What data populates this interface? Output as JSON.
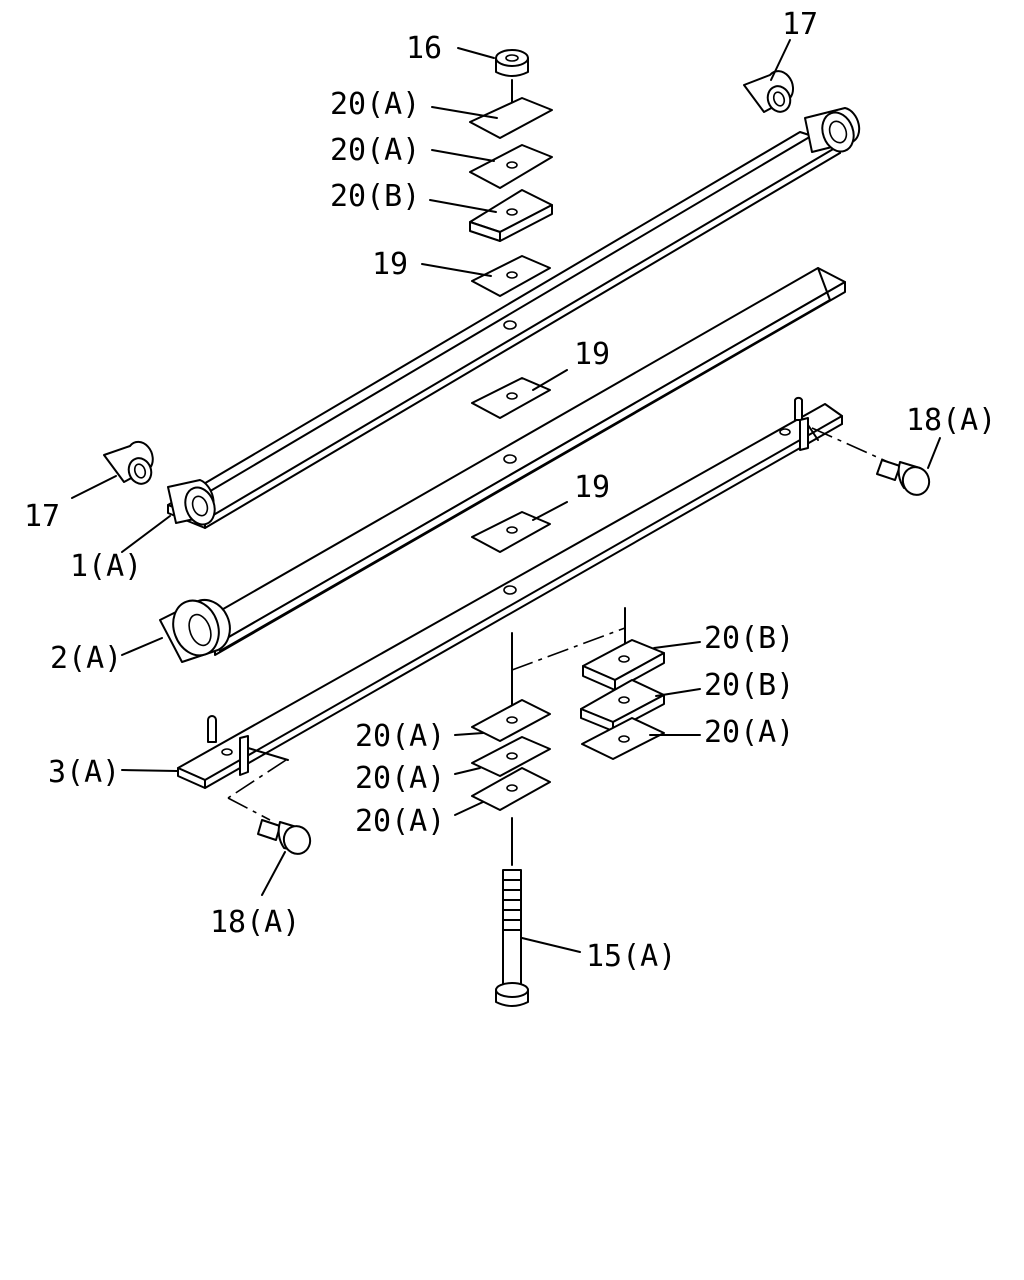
{
  "labels": {
    "p16": "16",
    "p17_top": "17",
    "p17_left": "17",
    "p20a_1": "20(A)",
    "p20a_2": "20(A)",
    "p20b_1": "20(B)",
    "p19_1": "19",
    "p19_2": "19",
    "p19_3": "19",
    "p18a_right": "18(A)",
    "p18a_bottom": "18(A)",
    "p1a": "1(A)",
    "p2a": "2(A)",
    "p3a": "3(A)",
    "p20b_r1": "20(B)",
    "p20b_r2": "20(B)",
    "p20a_r3": "20(A)",
    "p20a_l1": "20(A)",
    "p20a_l2": "20(A)",
    "p20a_l3": "20(A)",
    "p15a": "15(A)"
  }
}
